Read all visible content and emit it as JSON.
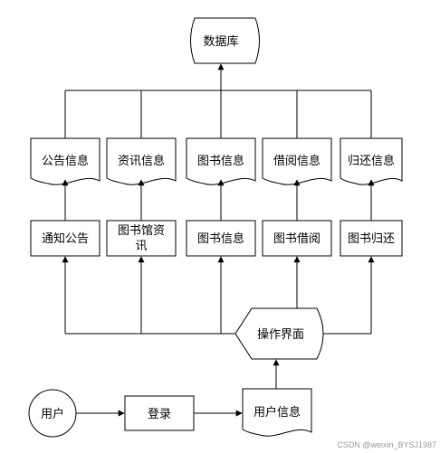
{
  "diagram": {
    "database": "数据库",
    "documents": [
      "公告信息",
      "资讯信息",
      "图书信息",
      "借阅信息",
      "归还信息"
    ],
    "modules": [
      "通知公告",
      "图书馆资讯",
      "图书信息",
      "图书借阅",
      "图书归还"
    ],
    "module_2_lines": [
      "图书馆资",
      "讯"
    ],
    "operation": "操作界面",
    "user": "用户",
    "login": "登录",
    "user_info": "用户信息"
  },
  "watermark": "CSDN @weixin_BYSJ1987"
}
